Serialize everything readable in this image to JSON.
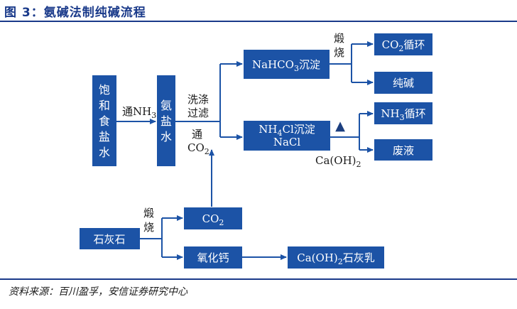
{
  "title": "图 3：氨碱法制纯碱流程",
  "source": "资料来源：百川盈孚，安信证券研究中心",
  "colors": {
    "box": "#1c53a6",
    "rule": "#1a3a8a",
    "arrow": "#1c53a6"
  },
  "nodes": {
    "brine": [
      "饱",
      "和",
      "食",
      "盐",
      "水"
    ],
    "ammonia_brine": [
      "氨",
      "盐",
      "水"
    ],
    "nahco3": {
      "main": "NaHCO",
      "sub": "3",
      "tail": "沉淀"
    },
    "co2_cycle": {
      "main": "CO",
      "sub": "2",
      "tail": "循环"
    },
    "soda": "纯碱",
    "nh3_cycle": {
      "main": "NH",
      "sub": "3",
      "tail": "循环"
    },
    "waste": "废液",
    "nh4cl": {
      "main": "NH",
      "sub": "4",
      "tail": "Cl沉淀",
      "line2": "NaCl"
    },
    "limestone": "石灰石",
    "co2": {
      "main": "CO",
      "sub": "2"
    },
    "cao": "氧化钙",
    "lime_milk": {
      "main": "Ca(OH)",
      "sub": "2",
      "tail": "石灰乳"
    }
  },
  "labels": {
    "nh3_in": {
      "main": "通NH",
      "sub": "3"
    },
    "wash_filter": [
      "洗涤",
      "过滤"
    ],
    "co2_in": {
      "top": "通",
      "main": "CO",
      "sub": "2"
    },
    "calcine_top": [
      "煅",
      "烧"
    ],
    "calcine_bottom": [
      "煅",
      "烧"
    ],
    "heat_symbol": "▲",
    "caoh2": {
      "main": "Ca(OH)",
      "sub": "2"
    }
  }
}
